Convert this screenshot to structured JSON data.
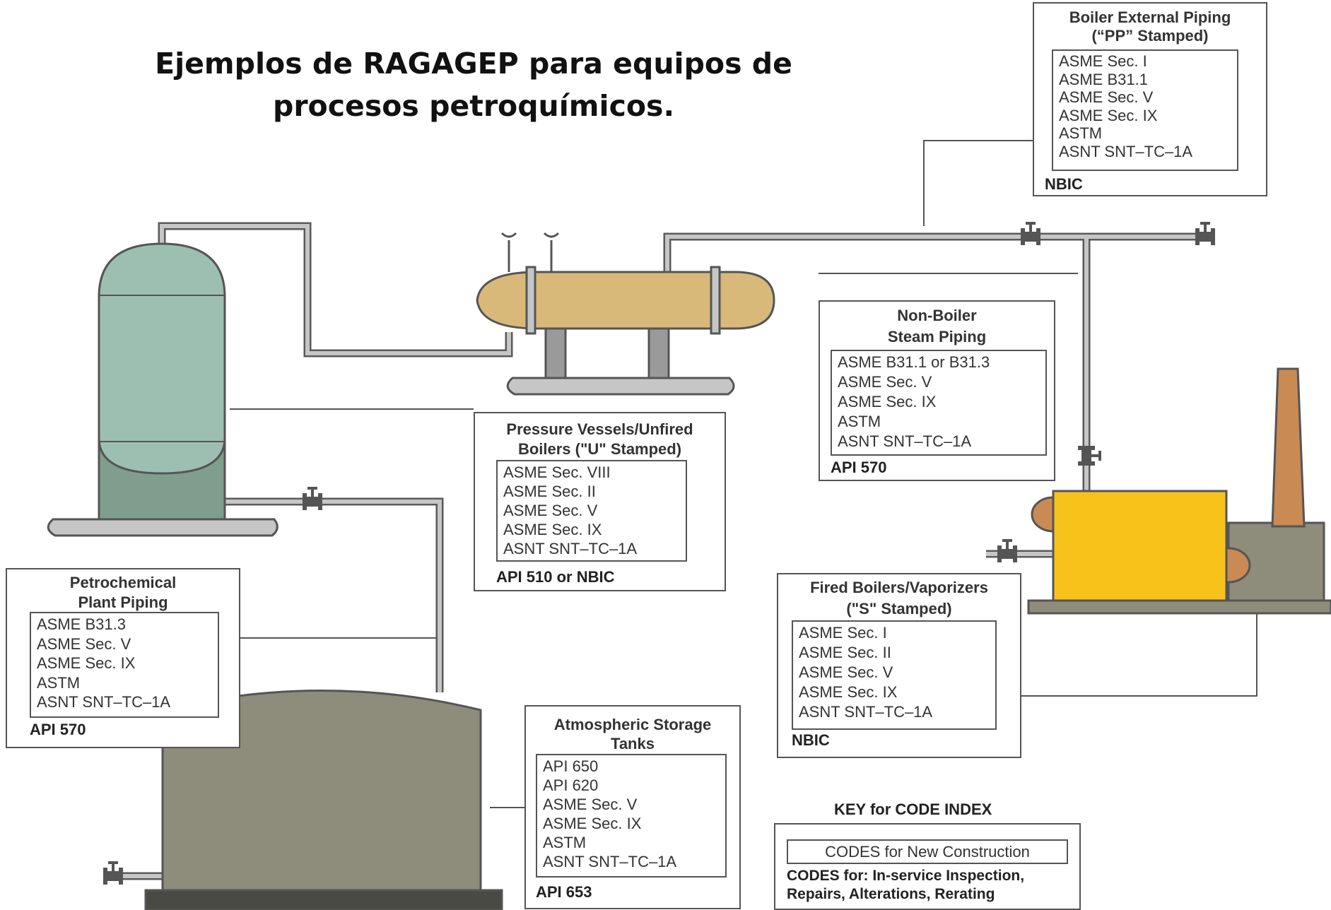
{
  "title": [
    "Ejemplos de RAGAGEP para equipos de",
    "procesos petroquímicos."
  ],
  "colors": {
    "column": "#9cbfb2",
    "column_bottom": "#7f9e8d",
    "exchanger": "#d8b97a",
    "tank": "#8e8c7a",
    "boiler": "#f7c31a",
    "stack": "#c98a54",
    "pipe_fill": "#c6c6c6"
  },
  "boxes": {
    "bep": {
      "heading": [
        "Boiler External Piping",
        "(“PP” Stamped)"
      ],
      "codes": [
        "ASME Sec. I",
        "ASME B31.1",
        "ASME Sec. V",
        "ASME Sec. IX",
        "ASTM",
        "ASNT SNT–TC–1A"
      ],
      "footer": "NBIC"
    },
    "nbsp": {
      "heading": [
        "Non-Boiler",
        "Steam Piping"
      ],
      "codes": [
        "ASME B31.1 or B31.3",
        "ASME Sec. V",
        "ASME Sec. IX",
        "ASTM",
        "ASNT SNT–TC–1A"
      ],
      "footer": "API 570"
    },
    "pv": {
      "heading": [
        "Pressure Vessels/Unfired",
        "Boilers (\"U\" Stamped)"
      ],
      "codes": [
        "ASME Sec. VIII",
        "ASME Sec. II",
        "ASME Sec. V",
        "ASME Sec. IX",
        "ASNT SNT–TC–1A"
      ],
      "footer": "API 510 or NBIC"
    },
    "ppp": {
      "heading": [
        "Petrochemical",
        "Plant Piping"
      ],
      "codes": [
        "ASME B31.3",
        "ASME Sec. V",
        "ASME Sec. IX",
        "ASTM",
        "ASNT SNT–TC–1A"
      ],
      "footer": "API 570"
    },
    "fb": {
      "heading": [
        "Fired Boilers/Vaporizers",
        "(\"S\" Stamped)"
      ],
      "codes": [
        "ASME Sec. I",
        "ASME Sec. II",
        "ASME Sec. V",
        "ASME Sec. IX",
        "ASNT SNT–TC–1A"
      ],
      "footer": "NBIC"
    },
    "ast": {
      "heading": [
        "Atmospheric Storage",
        "Tanks"
      ],
      "codes": [
        "API 650",
        "API 620",
        "ASME Sec. V",
        "ASME Sec. IX",
        "ASTM",
        "ASNT SNT–TC–1A"
      ],
      "footer": "API 653"
    }
  },
  "key": {
    "heading": "KEY for CODE INDEX",
    "new_construction": "CODES for New Construction",
    "inservice": [
      "CODES for: In-service Inspection,",
      "Repairs, Alterations, Rerating"
    ]
  }
}
